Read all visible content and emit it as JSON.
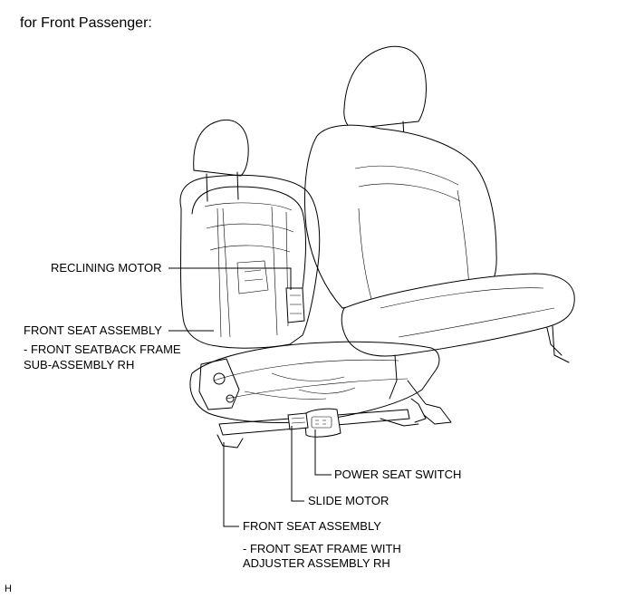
{
  "title": "for Front Passenger:",
  "labels": {
    "reclining_motor": "RECLINING MOTOR",
    "front_seat_assembly_1": "FRONT SEAT ASSEMBLY",
    "seatback_frame_line1": "- FRONT SEATBACK FRAME",
    "seatback_frame_line2": "SUB-ASSEMBLY RH",
    "power_seat_switch": "POWER SEAT SWITCH",
    "slide_motor": "SLIDE MOTOR",
    "front_seat_assembly_2": "FRONT SEAT ASSEMBLY",
    "seat_frame_line1": "- FRONT SEAT FRAME WITH",
    "seat_frame_line2": "ADJUSTER ASSEMBLY RH"
  },
  "footer_code": "H"
}
